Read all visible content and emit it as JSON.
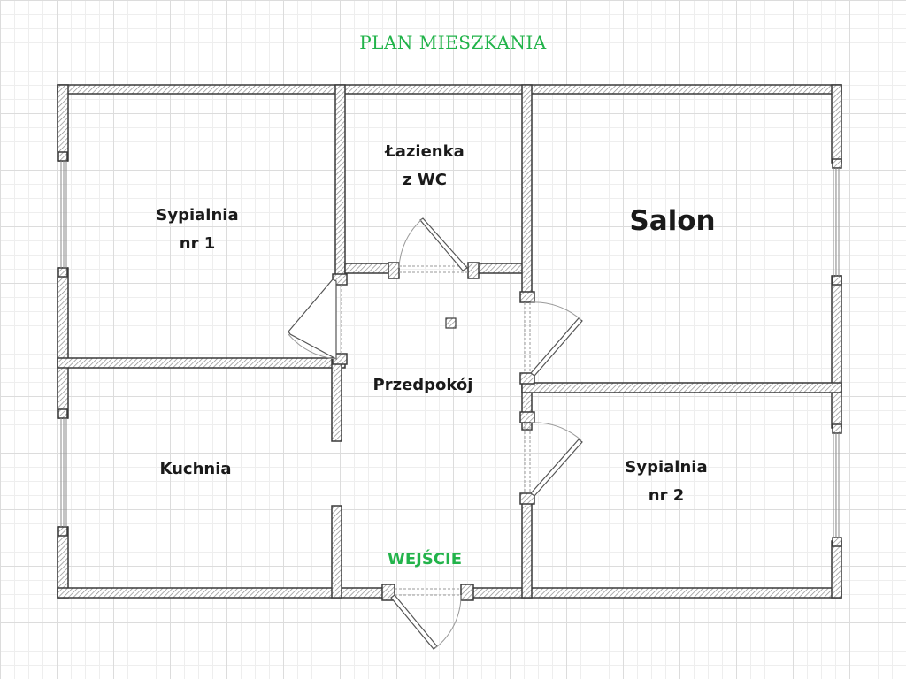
{
  "title": "PLAN MIESZKANIA",
  "rooms": {
    "bedroom1": {
      "line1": "Sypialnia",
      "line2": "nr 1"
    },
    "bathroom": {
      "line1": "Łazienka",
      "line2": "z WC"
    },
    "living": {
      "name": "Salon"
    },
    "hall": {
      "name": "Przedpokój"
    },
    "kitchen": {
      "name": "Kuchnia"
    },
    "bedroom2": {
      "line1": "Sypialnia",
      "line2": "nr 2"
    }
  },
  "entrance": "WEJŚCIE",
  "colors": {
    "accent": "#22b34a",
    "wall_stroke": "#3a3a3a",
    "grid": "#dcdcdc"
  }
}
